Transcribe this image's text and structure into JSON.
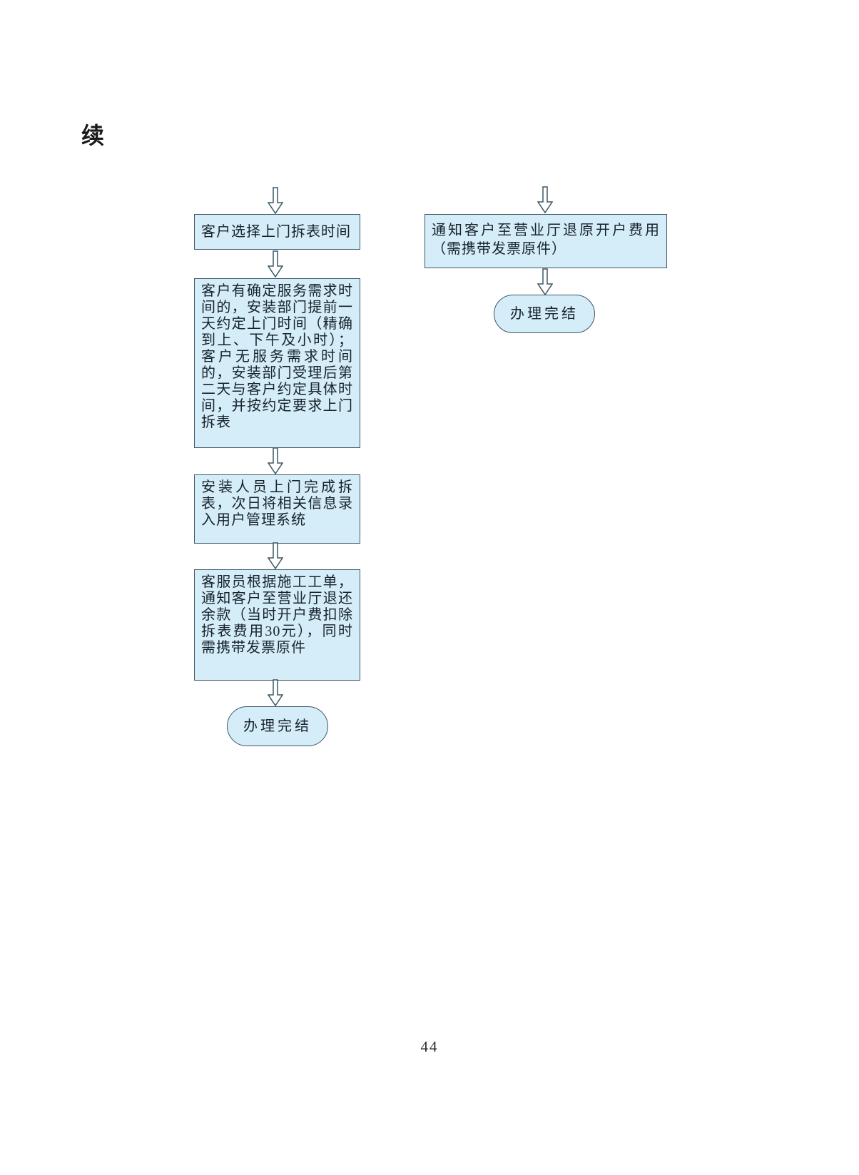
{
  "page": {
    "continued_label": "续",
    "page_number": "44"
  },
  "colors": {
    "node_fill": "#d5edf8",
    "node_border": "#3d5866",
    "text": "#16232b"
  },
  "flowchart": {
    "left": {
      "steps": [
        {
          "type": "box",
          "text": "客户选择上门拆表时间"
        },
        {
          "type": "box",
          "text": "客户有确定服务需求时间的，安装部门提前一天约定上门时间（精确到上、下午及小时）；客户无服务需求时间的，安装部门受理后第二天与客户约定具体时间，并按约定要求上门拆表"
        },
        {
          "type": "box",
          "text": "安装人员上门完成拆表，次日将相关信息录入用户管理系统"
        },
        {
          "type": "box",
          "text": "客服员根据施工工单，通知客户至营业厅退还余款（当时开户费扣除拆表费用30元），同时需携带发票原件"
        },
        {
          "type": "terminal",
          "text": "办理完结"
        }
      ]
    },
    "right": {
      "steps": [
        {
          "type": "box",
          "text": "通知客户至营业厅退原开户费用（需携带发票原件）"
        },
        {
          "type": "terminal",
          "text": "办理完结"
        }
      ]
    }
  }
}
